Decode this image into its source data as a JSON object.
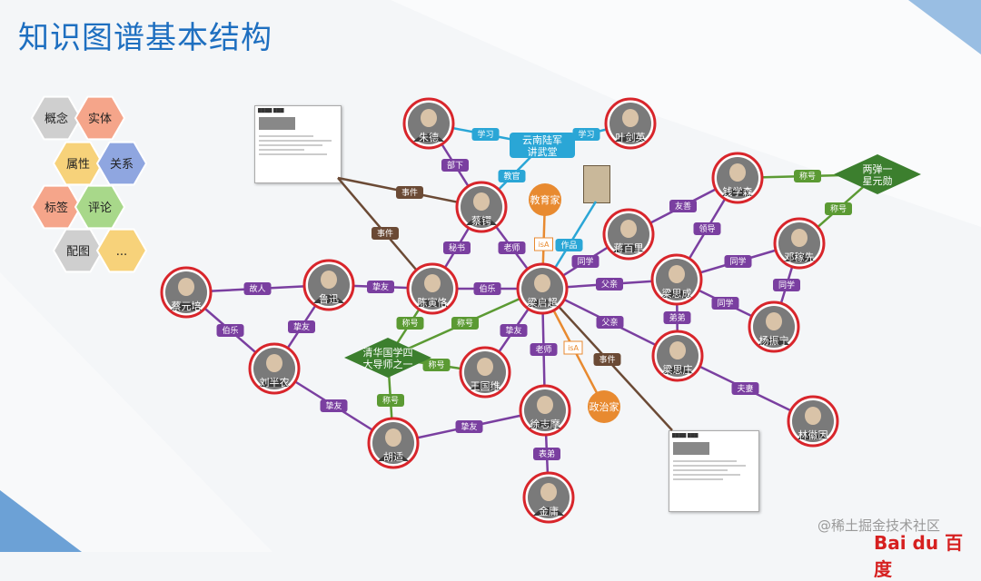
{
  "title": "知识图谱基本结构",
  "hex_panel": [
    {
      "label": "概念",
      "color": "#cfcfcf"
    },
    {
      "label": "实体",
      "color": "#f5a58a"
    },
    {
      "label": "属性",
      "color": "#f7d27a"
    },
    {
      "label": "关系",
      "color": "#8fa6e0"
    },
    {
      "label": "标签",
      "color": "#f5a58a"
    },
    {
      "label": "评论",
      "color": "#a8d88a"
    },
    {
      "label": "配图",
      "color": "#cfcfcf"
    },
    {
      "label": "...",
      "color": "#f7d27a"
    }
  ],
  "persons": [
    {
      "id": "p_zhu",
      "name": "朱德"
    },
    {
      "id": "p_ye",
      "name": "叶剑英"
    },
    {
      "id": "p_cai",
      "name": "蔡锷"
    },
    {
      "id": "p_qian",
      "name": "钱学森"
    },
    {
      "id": "p_jiang",
      "name": "蒋百里"
    },
    {
      "id": "p_deng",
      "name": "邓稼先"
    },
    {
      "id": "p_cai_yuanpei",
      "name": "蔡元培"
    },
    {
      "id": "p_luxun",
      "name": "鲁迅"
    },
    {
      "id": "p_chen",
      "name": "陈寅恪"
    },
    {
      "id": "p_liang",
      "name": "梁启超"
    },
    {
      "id": "p_sicheng",
      "name": "梁思成"
    },
    {
      "id": "p_yang",
      "name": "杨振宁"
    },
    {
      "id": "p_liu",
      "name": "刘半农"
    },
    {
      "id": "p_wang",
      "name": "王国维"
    },
    {
      "id": "p_sizhuang",
      "name": "梁思庄"
    },
    {
      "id": "p_lin",
      "name": "林徽因"
    },
    {
      "id": "p_xu",
      "name": "徐志摩"
    },
    {
      "id": "p_jin",
      "name": "金庸"
    },
    {
      "id": "p_hu",
      "name": "胡适"
    }
  ],
  "concepts": [
    {
      "id": "c_yunnan",
      "label": "云南陆军讲武堂"
    },
    {
      "id": "c_liang_yi",
      "label": "两弹一星元勋"
    },
    {
      "id": "c_qinghua",
      "label": "清华国学四大导师之一"
    }
  ],
  "tags": [
    {
      "id": "t_edu",
      "label": "教育家"
    },
    {
      "id": "t_pol",
      "label": "政治家"
    }
  ],
  "edge_labels": {
    "study1": "学习",
    "study2": "学习",
    "subordinate": "部下",
    "taught": "教官",
    "event1": "事件",
    "event2": "事件",
    "event3": "事件",
    "secretary": "秘书",
    "teacher1": "老师",
    "works": "作品",
    "friend_q": "友善",
    "leader": "领导",
    "title1": "称号",
    "title2": "称号",
    "classmate1": "同学",
    "classmate2": "同学",
    "classmate3": "同学",
    "father": "父亲",
    "father2": "父亲",
    "brother": "弟弟",
    "spouse": "夫妻",
    "acq": "故人",
    "friend1": "挚友",
    "uncle": "伯乐",
    "uncle2": "伯乐",
    "friend2": "挚友",
    "friend3": "挚友",
    "friend4": "挚友",
    "title3": "称号",
    "title4": "称号",
    "title5": "称号",
    "title6": "称号",
    "teacher2": "老师",
    "cousin": "表弟",
    "isA1": "isA",
    "isA2": "isA"
  },
  "colors": {
    "title": "#1e6fc0",
    "person_ring": "#d8252b",
    "purple_edge": "#7a3fa0",
    "brown_edge": "#6b4a35",
    "blue_edge": "#2aa6d6",
    "green_edge": "#5b9a33",
    "orange": "#e88a30",
    "concept_fill": "#3c7f2e"
  },
  "watermark": "@稀土掘金技术社区",
  "brand": "Bai du 百度"
}
